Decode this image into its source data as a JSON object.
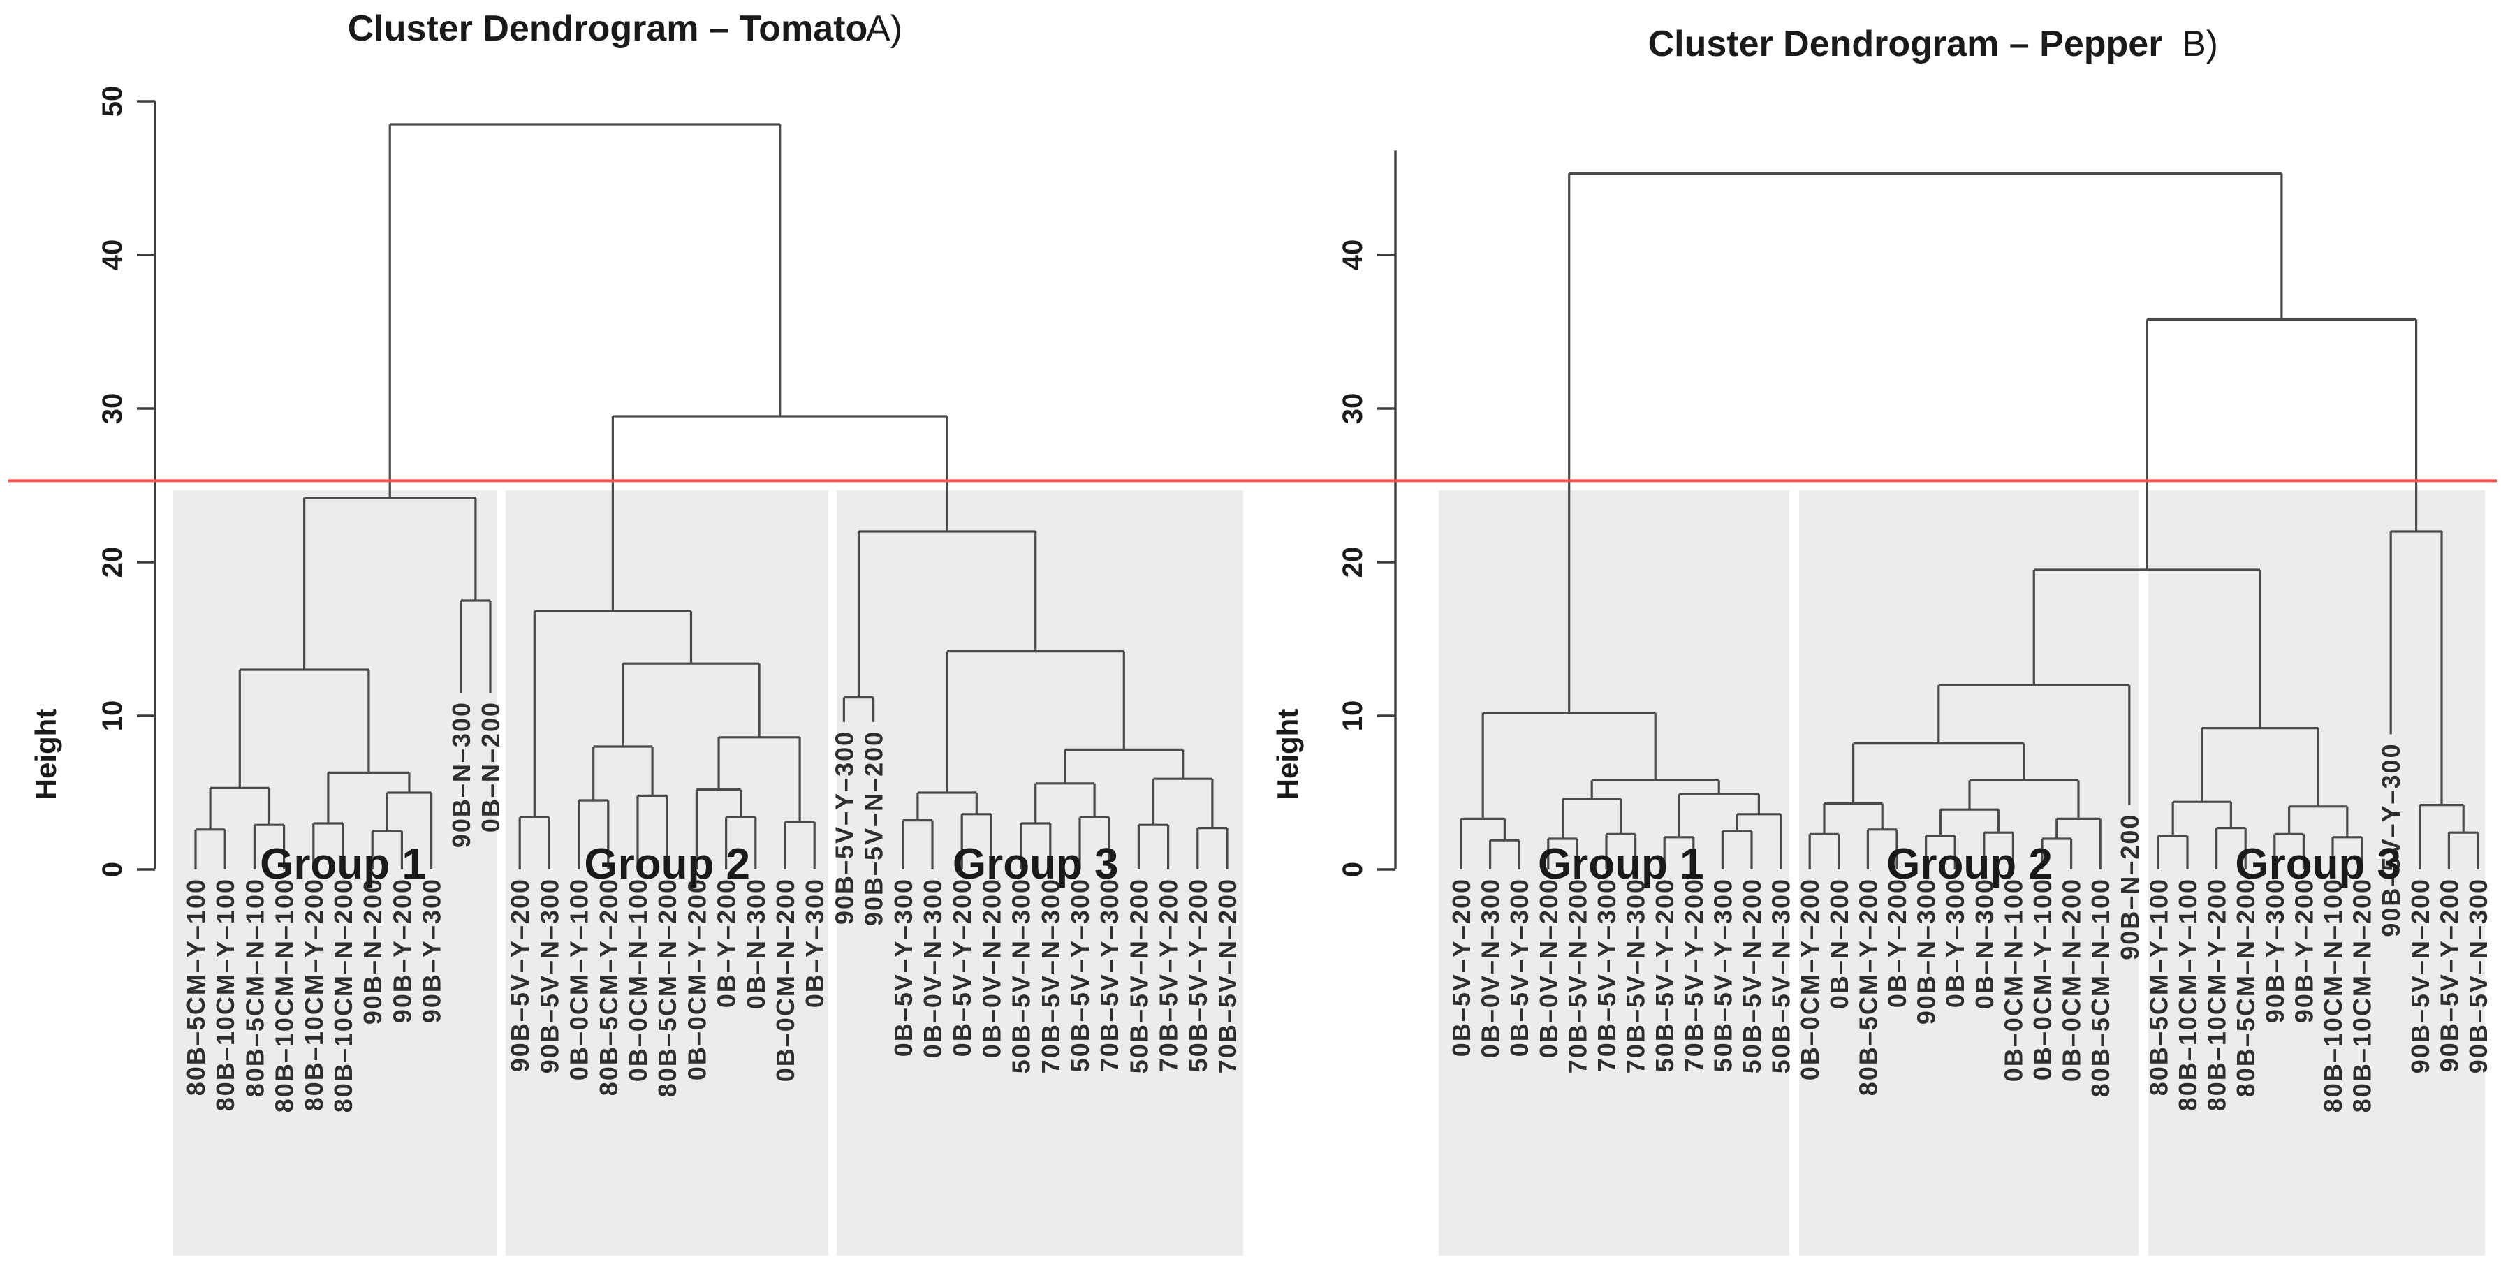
{
  "figure": {
    "background": "#ffffff",
    "panel_fill": "#ececec",
    "line_color": "#4a4a4a",
    "leaf_label_color": "#2e2e2e",
    "group_label_color": "#e50000",
    "cut_line_color": "#ff5252"
  },
  "chart_data": [
    {
      "type": "dendrogram",
      "title": "Cluster Dendrogram – Tomato",
      "panel_letter": "A)",
      "ylabel": "Height",
      "yticks": [
        0,
        10,
        20,
        30,
        40,
        50
      ],
      "ylim": [
        0,
        50
      ],
      "cut_height": 25.3,
      "groups": [
        {
          "label": "Group 1",
          "leaf_span": [
            0,
            10
          ]
        },
        {
          "label": "Group 2",
          "leaf_span": [
            11,
            21
          ]
        },
        {
          "label": "Group 3",
          "leaf_span": [
            22,
            35
          ]
        }
      ],
      "leaves": [
        "80B–5CM–Y–100",
        "80B–10CM–Y–100",
        "80B–5CM–N–100",
        "80B–10CM–N–100",
        "80B–10CM–Y–200",
        "80B–10CM–N–200",
        "90B–N–200",
        "90B–Y–200",
        "90B–Y–300",
        "90B–N–300",
        "0B–N–200",
        "90B–5V–Y–200",
        "90B–5V–N–300",
        "0B–0CM–Y–100",
        "80B–5CM–Y–200",
        "0B–0CM–N–100",
        "80B–5CM–N–200",
        "0B–0CM–Y–200",
        "0B–Y–200",
        "0B–N–300",
        "0B–0CM–N–200",
        "0B–Y–300",
        "90B–5V–Y–300",
        "90B–5V–N–200",
        "0B–5V–Y–300",
        "0B–0V–N–300",
        "0B–5V–Y–200",
        "0B–0V–N–200",
        "50B–5V–N–300",
        "70B–5V–N–300",
        "50B–5V–Y–300",
        "70B–5V–Y–300",
        "50B–5V–N–200",
        "70B–5V–Y–200",
        "50B–5V–Y–200",
        "70B–5V–N–200"
      ],
      "merges": {
        "h": 48.5,
        "c": [
          {
            "h": 24.2,
            "c": [
              {
                "h": 13.0,
                "c": [
                  {
                    "h": 5.3,
                    "c": [
                      {
                        "h": 2.6,
                        "c": [
                          0,
                          1
                        ]
                      },
                      {
                        "h": 2.9,
                        "c": [
                          2,
                          3
                        ]
                      }
                    ]
                  },
                  {
                    "h": 6.3,
                    "c": [
                      {
                        "h": 3.0,
                        "c": [
                          4,
                          5
                        ]
                      },
                      {
                        "h": 5.0,
                        "c": [
                          {
                            "h": 2.5,
                            "c": [
                              6,
                              7
                            ]
                          },
                          8
                        ]
                      }
                    ]
                  }
                ]
              },
              {
                "h": 17.5,
                "c": [
                  {
                    "leaf": 9,
                    "drop": 11.5
                  },
                  {
                    "leaf": 10,
                    "drop": 11.5
                  }
                ]
              }
            ]
          },
          {
            "h": 29.5,
            "c": [
              {
                "h": 16.8,
                "c": [
                  {
                    "h": 3.4,
                    "c": [
                      11,
                      12
                    ]
                  },
                  {
                    "h": 13.4,
                    "c": [
                      {
                        "h": 8.0,
                        "c": [
                          {
                            "h": 4.5,
                            "c": [
                              13,
                              14
                            ]
                          },
                          {
                            "h": 4.8,
                            "c": [
                              15,
                              16
                            ]
                          }
                        ]
                      },
                      {
                        "h": 8.6,
                        "c": [
                          {
                            "h": 5.2,
                            "c": [
                              17,
                              {
                                "h": 3.4,
                                "c": [
                                  18,
                                  19
                                ]
                              }
                            ]
                          },
                          {
                            "h": 3.1,
                            "c": [
                              20,
                              21
                            ]
                          }
                        ]
                      }
                    ]
                  }
                ]
              },
              {
                "h": 22.0,
                "c": [
                  {
                    "h": 11.2,
                    "c": [
                      {
                        "leaf": 22,
                        "drop": 9.6
                      },
                      {
                        "leaf": 23,
                        "drop": 9.6
                      }
                    ]
                  },
                  {
                    "h": 14.2,
                    "c": [
                      {
                        "h": 5.0,
                        "c": [
                          {
                            "h": 3.2,
                            "c": [
                              24,
                              25
                            ]
                          },
                          {
                            "h": 3.6,
                            "c": [
                              26,
                              27
                            ]
                          }
                        ]
                      },
                      {
                        "h": 7.8,
                        "c": [
                          {
                            "h": 5.6,
                            "c": [
                              {
                                "h": 3.0,
                                "c": [
                                  28,
                                  29
                                ]
                              },
                              {
                                "h": 3.4,
                                "c": [
                                  30,
                                  31
                                ]
                              }
                            ]
                          },
                          {
                            "h": 5.9,
                            "c": [
                              {
                                "h": 2.9,
                                "c": [
                                  32,
                                  33
                                ]
                              },
                              {
                                "h": 2.7,
                                "c": [
                                  34,
                                  35
                                ]
                              }
                            ]
                          }
                        ]
                      }
                    ]
                  }
                ]
              }
            ]
          }
        ]
      }
    },
    {
      "type": "dendrogram",
      "title": "Cluster Dendrogram – Pepper",
      "panel_letter": "B)",
      "ylabel": "Height",
      "yticks": [
        0,
        10,
        20,
        30,
        40
      ],
      "ylim": [
        0,
        47
      ],
      "cut_height": 25.3,
      "groups": [
        {
          "label": "Group 1",
          "leaf_span": [
            0,
            11
          ]
        },
        {
          "label": "Group 2",
          "leaf_span": [
            12,
            23
          ]
        },
        {
          "label": "Group 3",
          "leaf_span": [
            24,
            35
          ]
        }
      ],
      "leaves": [
        "0B–5V–Y–200",
        "0B–0V–N–300",
        "0B–5V–Y–300",
        "0B–0V–N–200",
        "70B–5V–N–200",
        "70B–5V–Y–300",
        "70B–5V–N–300",
        "50B–5V–Y–200",
        "70B–5V–Y–200",
        "50B–5V–Y–300",
        "50B–5V–N–200",
        "50B–5V–N–300",
        "0B–0CM–Y–200",
        "0B–N–200",
        "80B–5CM–Y–200",
        "0B–Y–200",
        "90B–N–300",
        "0B–Y–300",
        "0B–N–300",
        "0B–0CM–N–100",
        "0B–0CM–Y–100",
        "0B–0CM–N–200",
        "80B–5CM–N–100",
        "90B–N–200",
        "80B–5CM–Y–100",
        "80B–10CM–Y–100",
        "80B–10CM–Y–200",
        "80B–5CM–N–200",
        "90B–Y–300",
        "90B–Y–200",
        "80B–10CM–N–100",
        "80B–10CM–N–200",
        "90B–5V–Y–300",
        "90B–5V–N–200",
        "90B–5V–Y–200",
        "90B–5V–N–300"
      ],
      "merges": {
        "h": 45.3,
        "c": [
          {
            "h": 10.2,
            "c": [
              {
                "h": 3.3,
                "c": [
                  0,
                  {
                    "h": 1.9,
                    "c": [
                      1,
                      2
                    ]
                  }
                ]
              },
              {
                "h": 5.8,
                "c": [
                  {
                    "h": 4.6,
                    "c": [
                      {
                        "h": 2.0,
                        "c": [
                          3,
                          4
                        ]
                      },
                      {
                        "h": 2.3,
                        "c": [
                          5,
                          6
                        ]
                      }
                    ]
                  },
                  {
                    "h": 4.9,
                    "c": [
                      {
                        "h": 2.1,
                        "c": [
                          7,
                          8
                        ]
                      },
                      {
                        "h": 3.6,
                        "c": [
                          {
                            "h": 2.5,
                            "c": [
                              9,
                              10
                            ]
                          },
                          11
                        ]
                      }
                    ]
                  }
                ]
              }
            ]
          },
          {
            "h": 35.8,
            "c": [
              {
                "h": 19.5,
                "c": [
                  {
                    "h": 12.0,
                    "c": [
                      {
                        "h": 8.2,
                        "c": [
                          {
                            "h": 4.3,
                            "c": [
                              {
                                "h": 2.3,
                                "c": [
                                  12,
                                  13
                                ]
                              },
                              {
                                "h": 2.6,
                                "c": [
                                  14,
                                  15
                                ]
                              }
                            ]
                          },
                          {
                            "h": 5.8,
                            "c": [
                              {
                                "h": 3.9,
                                "c": [
                                  {
                                    "h": 2.2,
                                    "c": [
                                      16,
                                      17
                                    ]
                                  },
                                  {
                                    "h": 2.4,
                                    "c": [
                                      18,
                                      19
                                    ]
                                  }
                                ]
                              },
                              {
                                "h": 3.3,
                                "c": [
                                  {
                                    "h": 2.0,
                                    "c": [
                                      20,
                                      21
                                    ]
                                  },
                                  22
                                ]
                              }
                            ]
                          }
                        ]
                      },
                      {
                        "leaf": 23,
                        "drop": 4.2
                      }
                    ]
                  },
                  {
                    "h": 9.2,
                    "c": [
                      {
                        "h": 4.4,
                        "c": [
                          {
                            "h": 2.2,
                            "c": [
                              24,
                              25
                            ]
                          },
                          {
                            "h": 2.7,
                            "c": [
                              26,
                              27
                            ]
                          }
                        ]
                      },
                      {
                        "h": 4.1,
                        "c": [
                          {
                            "h": 2.3,
                            "c": [
                              28,
                              29
                            ]
                          },
                          {
                            "h": 2.1,
                            "c": [
                              30,
                              31
                            ]
                          }
                        ]
                      }
                    ]
                  }
                ]
              },
              {
                "h": 22.0,
                "c": [
                  {
                    "leaf": 32,
                    "drop": 8.8
                  },
                  {
                    "h": 4.2,
                    "c": [
                      33,
                      {
                        "h": 2.4,
                        "c": [
                          34,
                          35
                        ]
                      }
                    ]
                  }
                ]
              }
            ]
          }
        ]
      }
    }
  ]
}
